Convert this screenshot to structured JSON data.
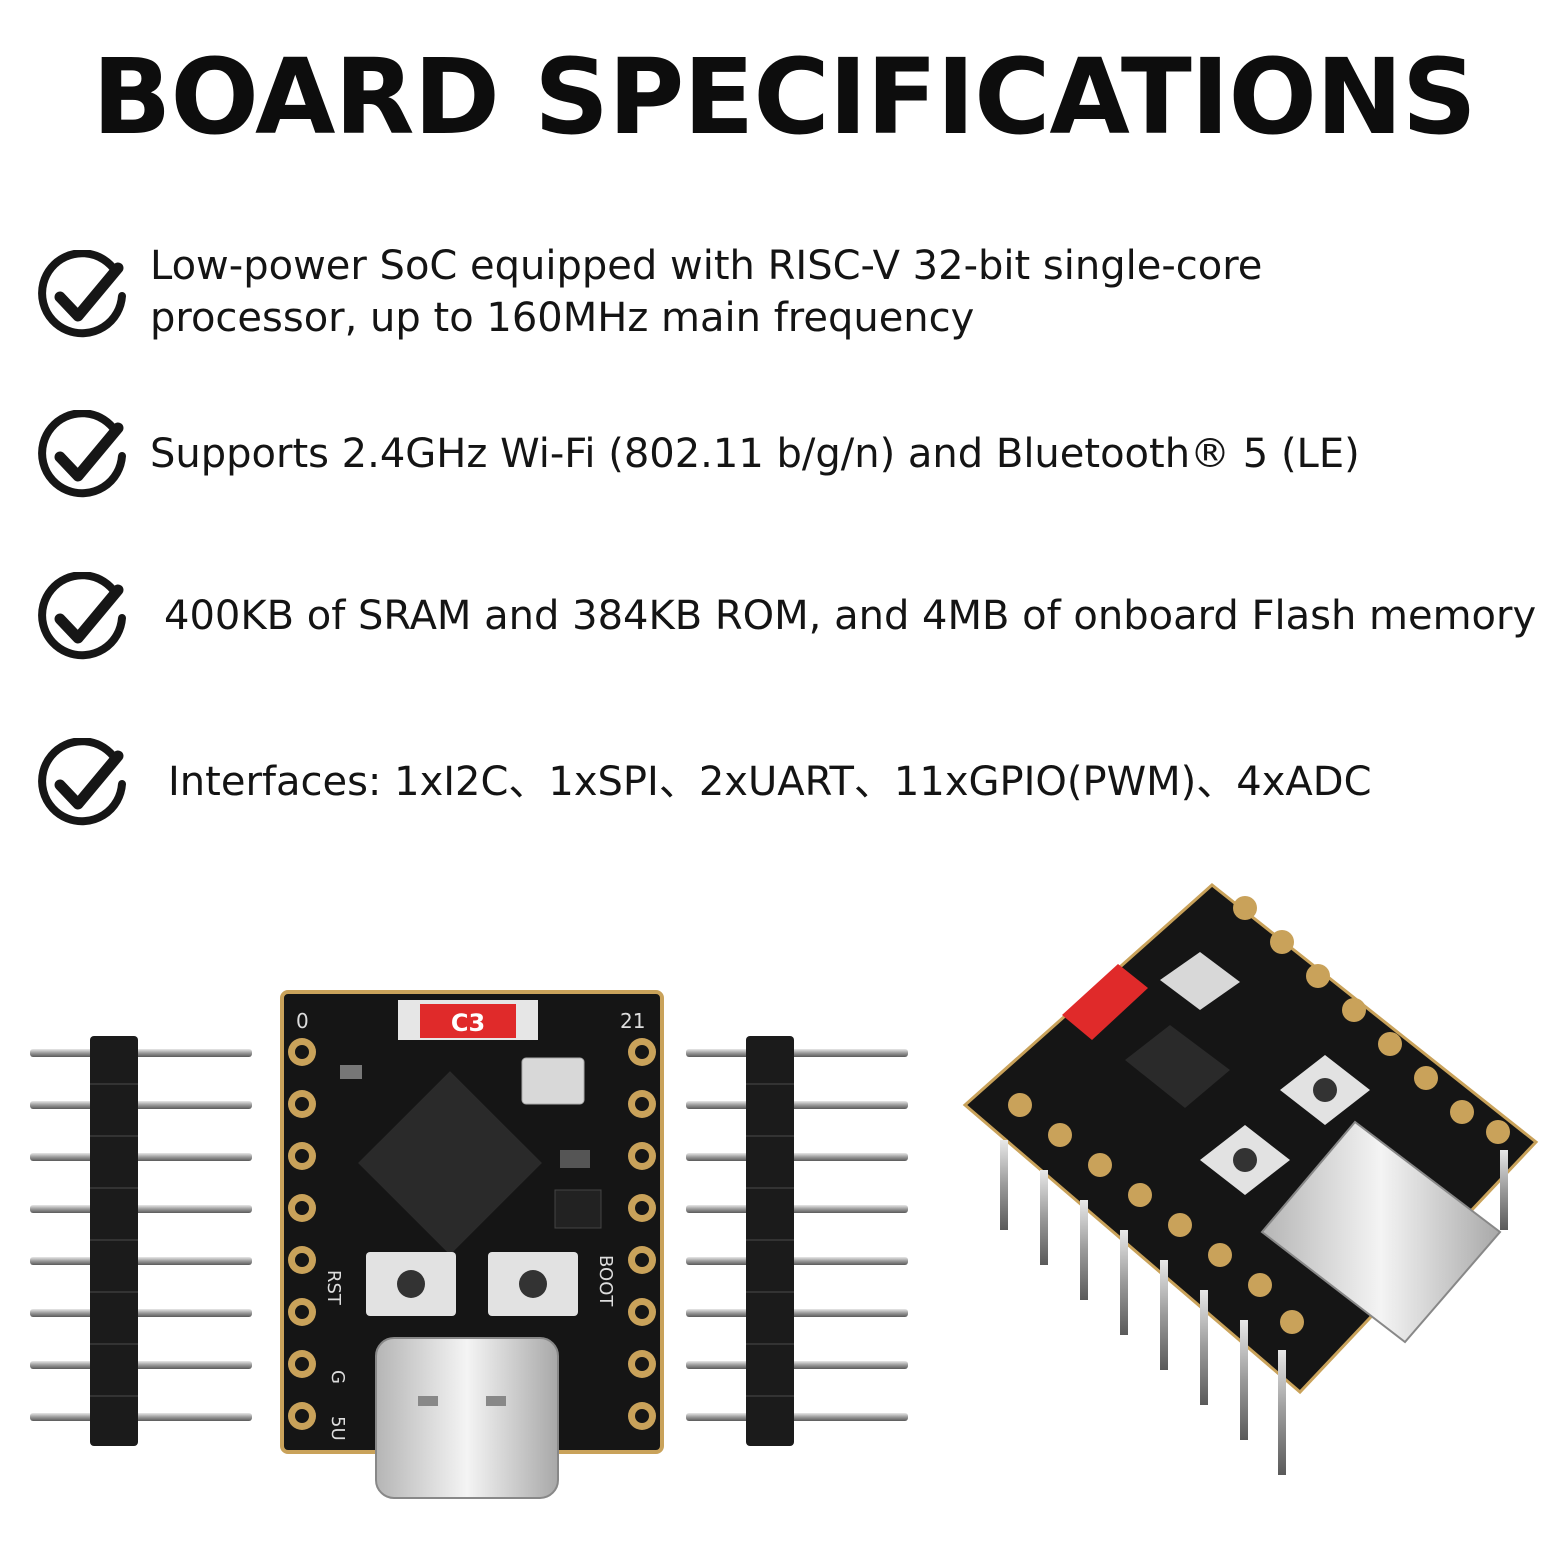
{
  "page": {
    "title": "BOARD SPECIFICATIONS",
    "features": [
      {
        "lines": [
          "Low-power SoC equipped with RISC-V 32-bit single-core",
          "processor, up to 160MHz main frequency"
        ]
      },
      {
        "lines": [
          "Supports 2.4GHz Wi-Fi (802.11 b/g/n) and Bluetooth® 5 (LE)"
        ]
      },
      {
        "lines": [
          "400KB of SRAM and 384KB ROM, and 4MB of onboard Flash memory"
        ]
      },
      {
        "lines": [
          "Interfaces: 1xI2C、1xSPI、2xUART、11xGPIO(PWM)、4xADC"
        ]
      }
    ],
    "check_icon": "check-circle-icon"
  },
  "board_labels": {
    "chip_label": "C3",
    "pin_start": "0",
    "pin_end": "21",
    "rst": "RST",
    "boot": "BOOT",
    "ground": "G",
    "power": "5U"
  },
  "colors": {
    "board": "#141414",
    "gold": "#c9a25a",
    "accent_red": "#e02a2a"
  }
}
